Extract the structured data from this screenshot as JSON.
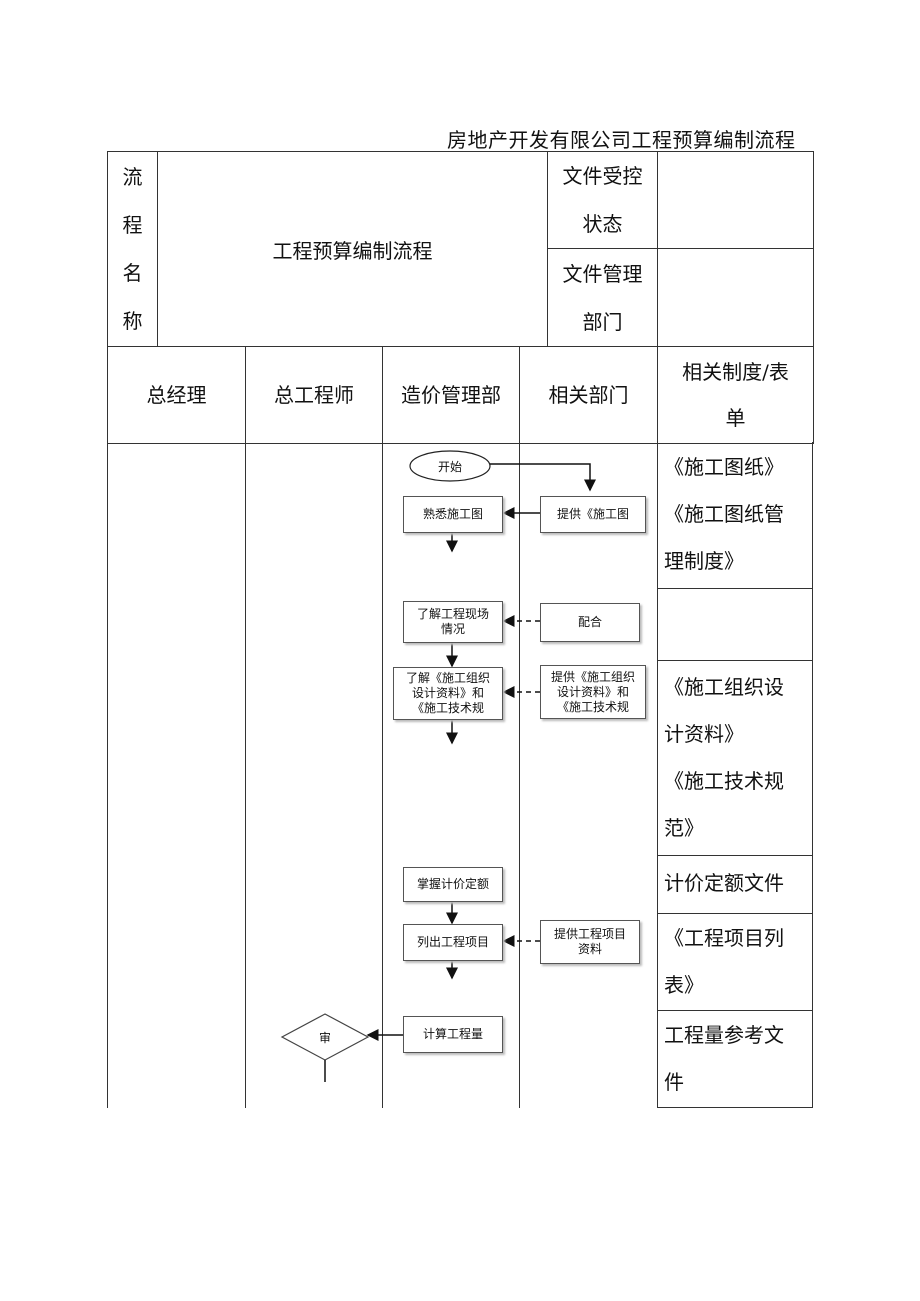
{
  "document": {
    "header_title": "房地产开发有限公司工程预算编制流程"
  },
  "meta_table": {
    "label_chars": [
      "流",
      "程",
      "名",
      "称"
    ],
    "process_name": "工程预算编制流程",
    "control_status_lines": [
      "文件受控",
      "状态"
    ],
    "control_status_value": "",
    "manage_dept_lines": [
      "文件管理",
      "部门"
    ],
    "manage_dept_value": ""
  },
  "lanes": {
    "headers": [
      "总经理",
      "总工程师",
      "造价管理部",
      "相关部门"
    ],
    "ref_header_lines": [
      "相关制度/表",
      "单"
    ]
  },
  "flow": {
    "start": "开始",
    "familiarize": "熟悉施工图",
    "provide_drawings": "提供《施工图",
    "understand_site_lines": [
      "了解工程现场",
      "情况"
    ],
    "cooperate": "配合",
    "understand_design_lines": [
      "了解《施工组织",
      "设计资料》和",
      "《施工技术规"
    ],
    "provide_design_lines": [
      "提供《施工组织",
      "设计资料》和",
      "《施工技术规"
    ],
    "master_quota": "掌握计价定额",
    "list_items": "列出工程项目",
    "provide_items_lines": [
      "提供工程项目",
      "资料"
    ],
    "calc_quantity": "计算工程量",
    "review": "审"
  },
  "references": {
    "row1_lines": [
      "《施工图纸》",
      "《施工图纸管",
      "理制度》"
    ],
    "row2_lines": [],
    "row3_lines": [
      "《施工组织设",
      "计资料》",
      "《施工技术规",
      "范》"
    ],
    "row4_lines": [
      "计价定额文件"
    ],
    "row5_lines": [
      "《工程项目列",
      "表》"
    ],
    "row6_lines": [
      "工程量参考文",
      "件"
    ]
  }
}
